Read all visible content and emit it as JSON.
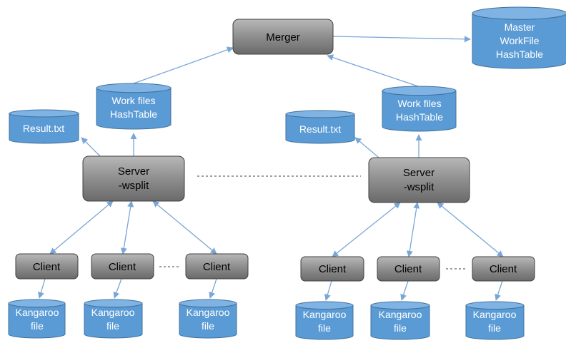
{
  "merger": "Merger",
  "master_table": [
    "Master",
    "WorkFile",
    "HashTable"
  ],
  "left": {
    "work_files": [
      "Work files",
      "HashTable"
    ],
    "result": "Result.txt",
    "server": [
      "Server",
      "-wsplit"
    ],
    "clients": [
      "Client",
      "Client",
      "Client"
    ],
    "kangaroo_files": [
      [
        "Kangaroo",
        "file"
      ],
      [
        "Kangaroo",
        "file"
      ],
      [
        "Kangaroo",
        "file"
      ]
    ]
  },
  "right": {
    "work_files": [
      "Work files",
      "HashTable"
    ],
    "result": "Result.txt",
    "server": [
      "Server",
      "-wsplit"
    ],
    "clients": [
      "Client",
      "Client",
      "Client"
    ],
    "kangaroo_files": [
      [
        "Kangaroo",
        "file"
      ],
      [
        "Kangaroo",
        "file"
      ],
      [
        "Kangaroo",
        "file"
      ]
    ]
  },
  "colors": {
    "cylinder_fill": "#5b9bd5",
    "cylinder_top": "#7fb3e3",
    "cylinder_stroke": "#41719c",
    "box_fill": "#808080",
    "box_stroke": "#404040",
    "arrow": "#7aa6d6",
    "box_text": "#000000",
    "cylinder_text": "#ffffff"
  }
}
